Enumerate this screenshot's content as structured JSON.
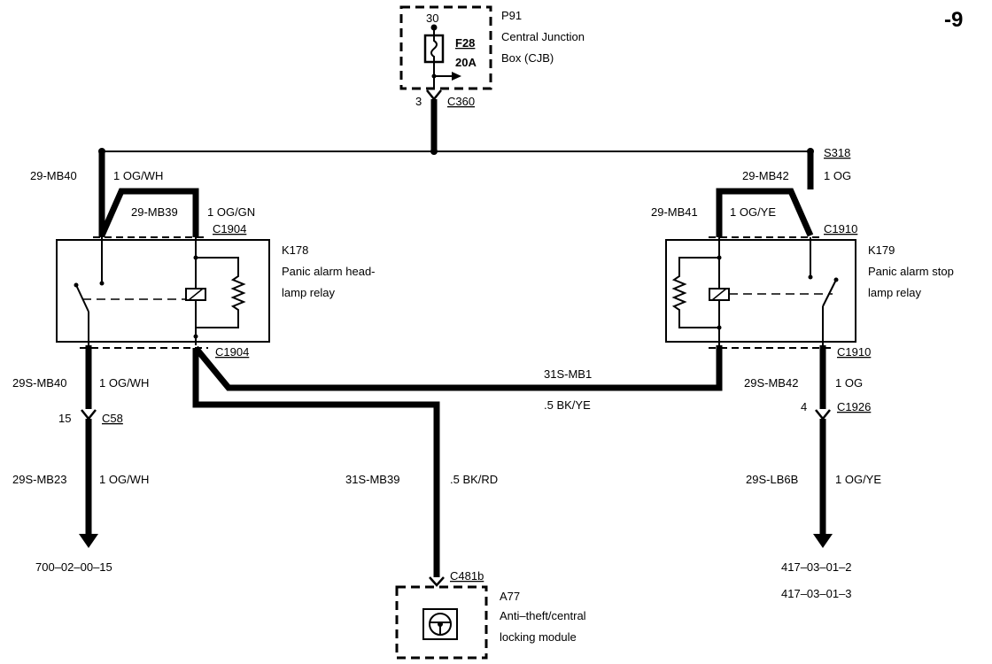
{
  "page_number": "-9",
  "fuse_box": {
    "ref": "P91",
    "name_line1": "Central Junction",
    "name_line2": "Box (CJB)",
    "pin": "30",
    "fuse_id": "F28",
    "fuse_rating": "20A",
    "connector": "C360",
    "connector_pin": "3"
  },
  "splice": "S318",
  "wires": {
    "left_top_circuit": "29-MB40",
    "left_top_color": "1 OG/WH",
    "left_inner_circuit": "29-MB39",
    "left_inner_color": "1 OG/GN",
    "right_top_circuit": "29-MB42",
    "right_top_color": "1 OG",
    "right_inner_circuit": "29-MB41",
    "right_inner_color": "1 OG/YE",
    "left_out_circuit": "29S-MB40",
    "left_out_color": "1 OG/WH",
    "left_bottom_circuit": "29S-MB23",
    "left_bottom_color": "1 OG/WH",
    "mid_circuit": "31S-MB1",
    "mid_color": ".5 BK/YE",
    "center_circuit": "31S-MB39",
    "center_color": ".5 BK/RD",
    "right_out_circuit": "29S-MB42",
    "right_out_color": "1 OG",
    "right_bottom_circuit": "29S-LB6B",
    "right_bottom_color": "1 OG/YE"
  },
  "connectors": {
    "c1904_top": "C1904",
    "c1904_bottom": "C1904",
    "c1910_top": "C1910",
    "c1910_bottom": "C1910",
    "c58": "C58",
    "c58_pin": "15",
    "c1926": "C1926",
    "c1926_pin": "4",
    "c481b": "C481b"
  },
  "relays": {
    "k178_ref": "K178",
    "k178_line1": "Panic alarm head-",
    "k178_line2": "lamp relay",
    "k179_ref": "K179",
    "k179_line1": "Panic alarm stop",
    "k179_line2": "lamp relay"
  },
  "module": {
    "ref": "A77",
    "line1": "Anti–theft/central",
    "line2": "locking module"
  },
  "references": {
    "left": "700–02–00–15",
    "right1": "417–03–01–2",
    "right2": "417–03–01–3"
  }
}
